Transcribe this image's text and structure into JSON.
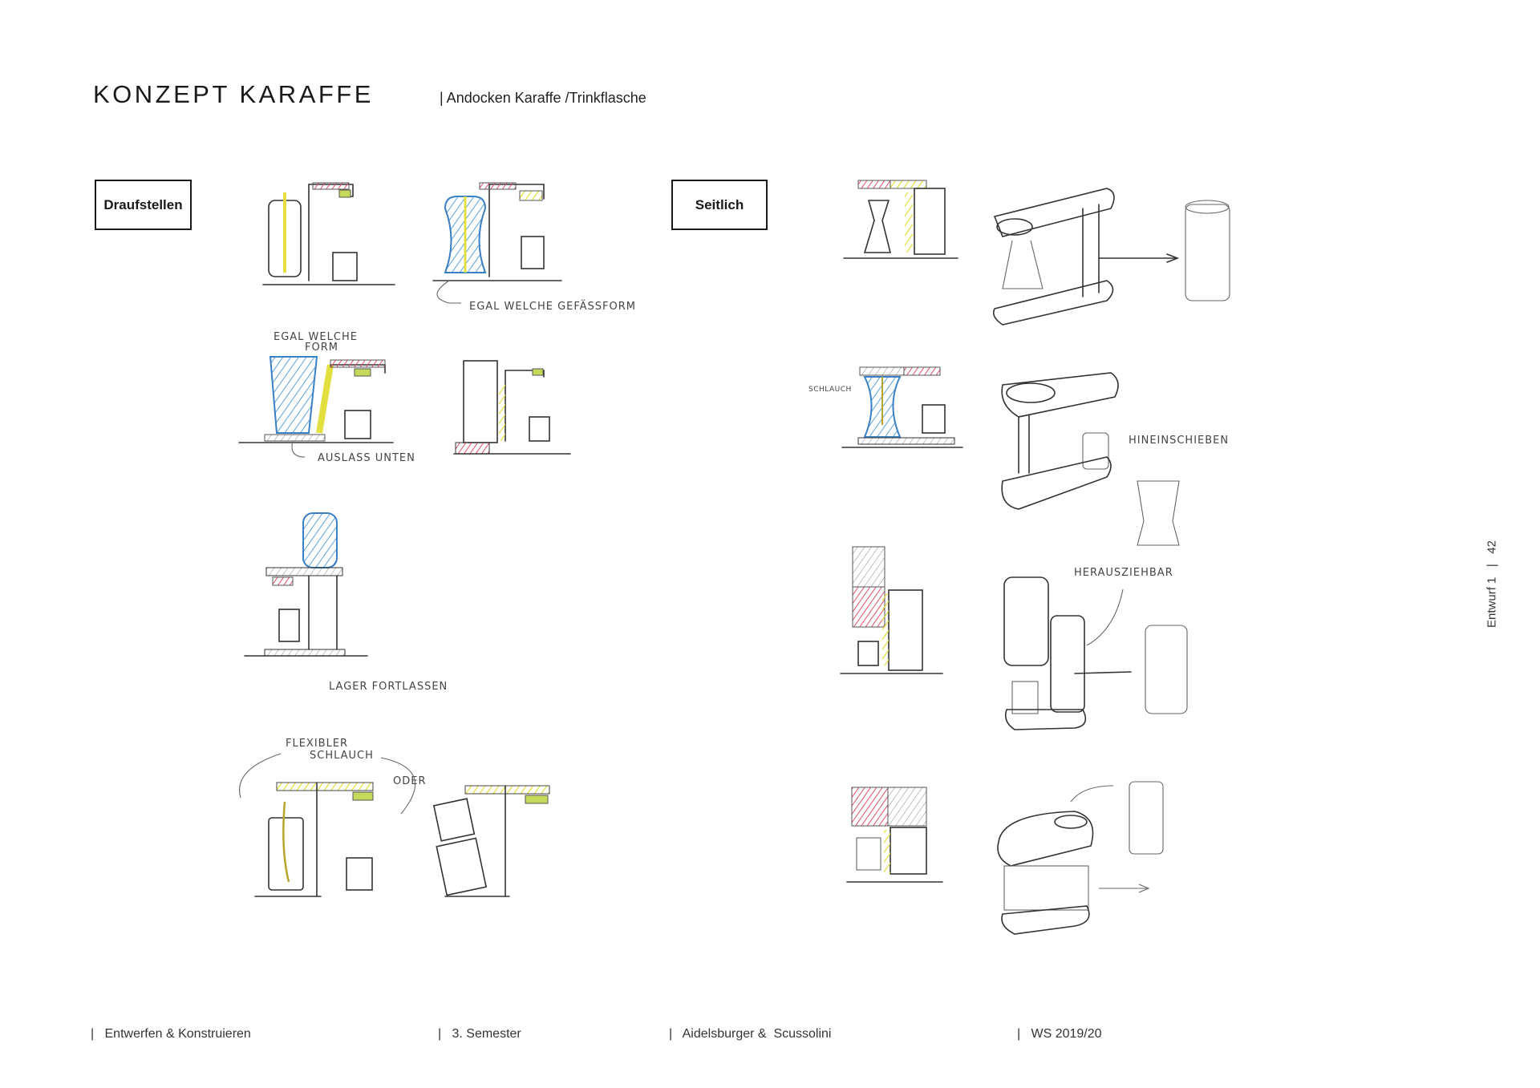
{
  "header": {
    "title": "KONZEPT KARAFFE",
    "subtitle": "| Andocken Karaffe /Trinkflasche"
  },
  "sections": {
    "left_label": "Draufstellen",
    "right_label": "Seitlich"
  },
  "annotations": {
    "egal_gefaessform": "EGAL WELCHE GEFÄSSFORM",
    "egal_form_1": "EGAL WELCHE",
    "egal_form_2": "FORM",
    "auslass_unten": "AUSLASS UNTEN",
    "lager_fortlassen": "LAGER FORTLASSEN",
    "flexibler_1": "FLEXIBLER",
    "flexibler_2": "SCHLAUCH",
    "oder": "ODER",
    "schlauch": "SCHLAUCH",
    "hineinschieben": "HINEINSCHIEBEN",
    "herausziehbar": "HERAUSZIEHBAR"
  },
  "colors": {
    "blue": "#5ba3d9",
    "yellow": "#e3df3f",
    "red": "#e0506a",
    "green": "#c5d95a"
  },
  "footer": {
    "course": "|   Entwerfen & Konstruieren",
    "semester": "|   3. Semester",
    "authors": "|   Aidelsburger &  Scussolini",
    "term": "|   WS 2019/20"
  },
  "page_marker": "Entwurf 1   |   42"
}
